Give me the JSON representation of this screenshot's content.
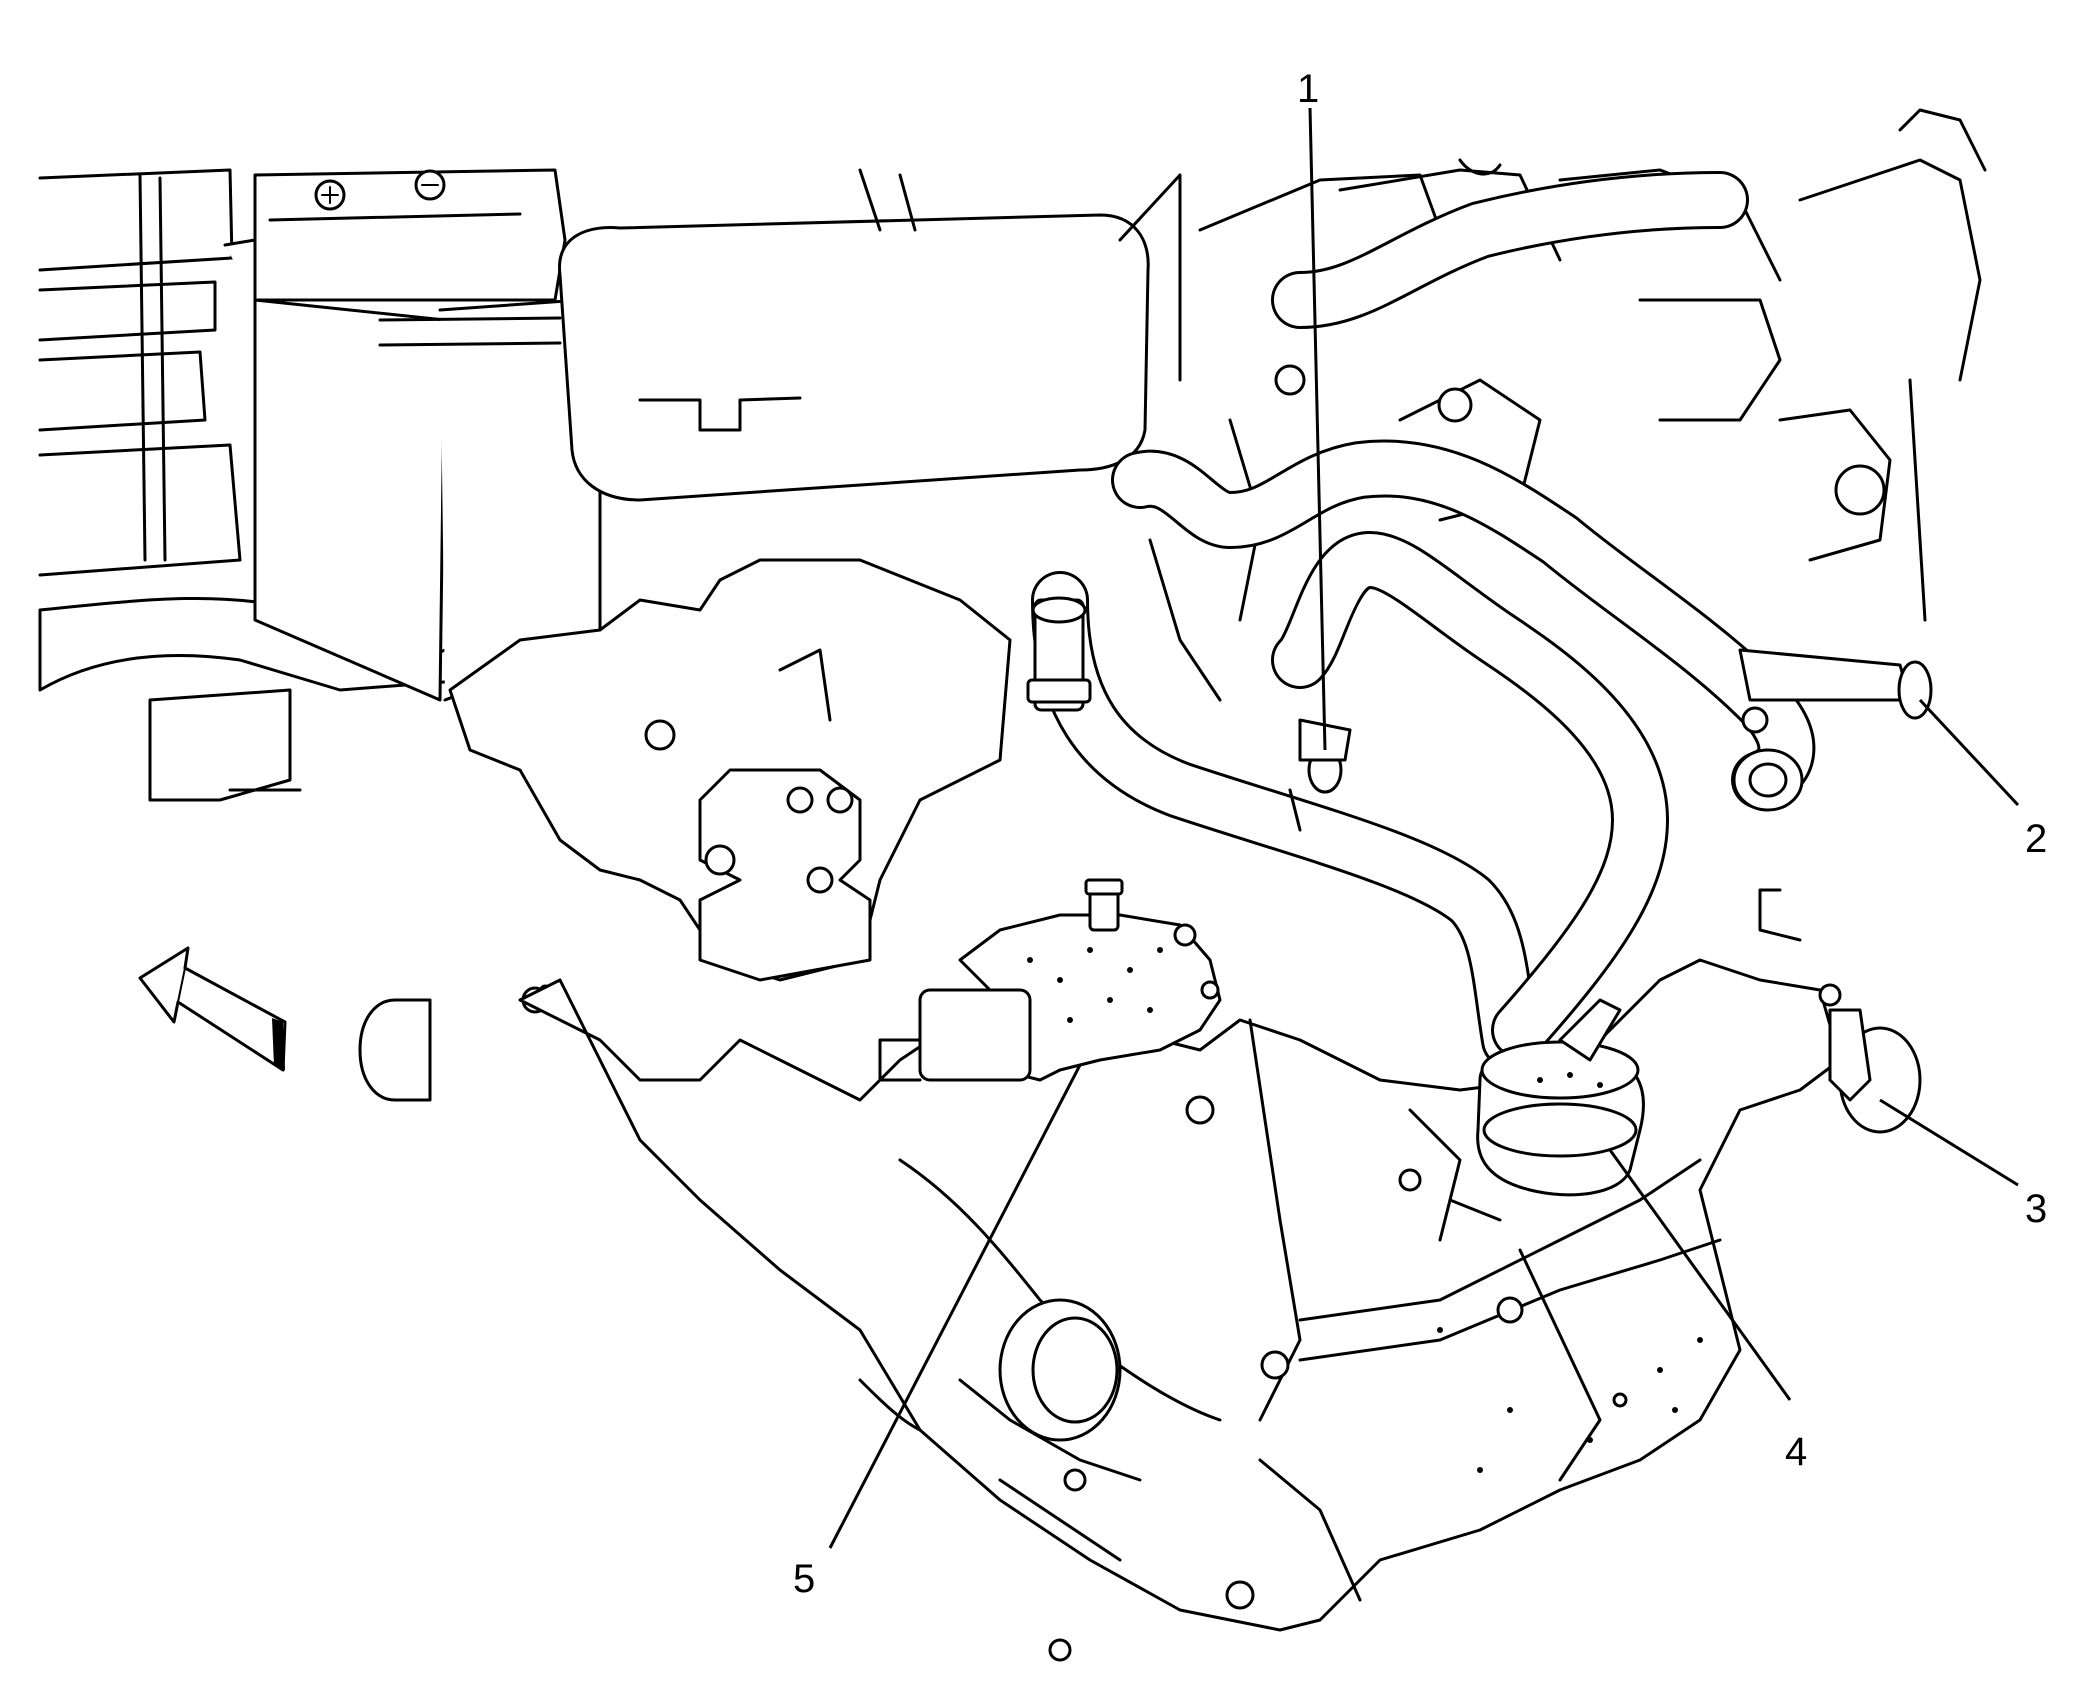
{
  "diagram": {
    "callouts": [
      {
        "label": "1"
      },
      {
        "label": "2"
      },
      {
        "label": "3"
      },
      {
        "label": "4"
      },
      {
        "label": "5"
      }
    ],
    "direction_arrow": {
      "icon": "forward-arrow-icon"
    }
  }
}
